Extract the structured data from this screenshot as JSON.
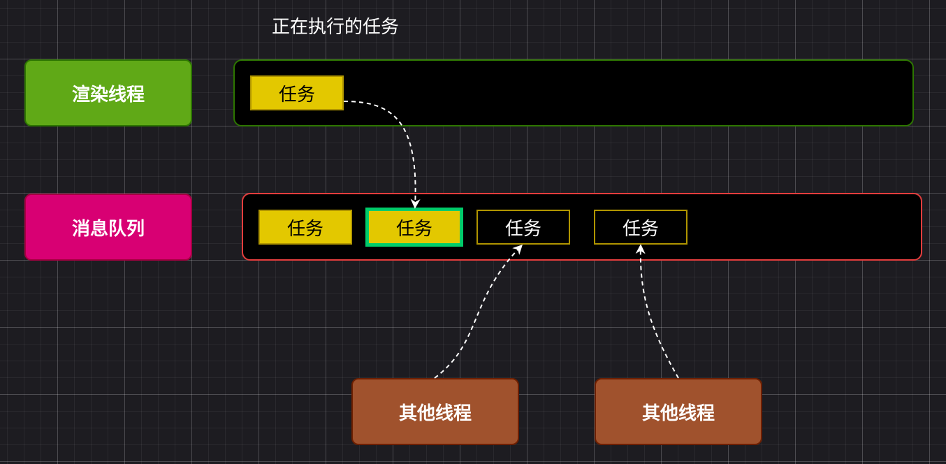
{
  "caption": "正在执行的任务",
  "render_thread": {
    "label": "渲染线程"
  },
  "message_queue": {
    "label": "消息队列"
  },
  "other_threads": [
    {
      "label": "其他线程"
    },
    {
      "label": "其他线程"
    }
  ],
  "running_task": {
    "label": "任务"
  },
  "queue_tasks": [
    {
      "label": "任务",
      "state": "queued"
    },
    {
      "label": "任务",
      "state": "incoming-from-render"
    },
    {
      "label": "任务",
      "state": "incoming"
    },
    {
      "label": "任务",
      "state": "incoming"
    }
  ],
  "colors": {
    "render_thread_fill": "#60a917",
    "render_thread_border": "#2d7600",
    "message_queue_fill": "#d80073",
    "message_queue_border": "#a50040",
    "other_thread_fill": "#a0522d",
    "other_thread_border": "#6d1f00",
    "render_lane_border": "#2d7600",
    "queue_lane_border": "#e43d3d",
    "task_fill": "#e3c800",
    "task_border": "#b09500",
    "task_text": "#000000",
    "task_empty_text": "#ffffff",
    "highlight_border": "#00cc6a",
    "arrow": "#ffffff"
  }
}
